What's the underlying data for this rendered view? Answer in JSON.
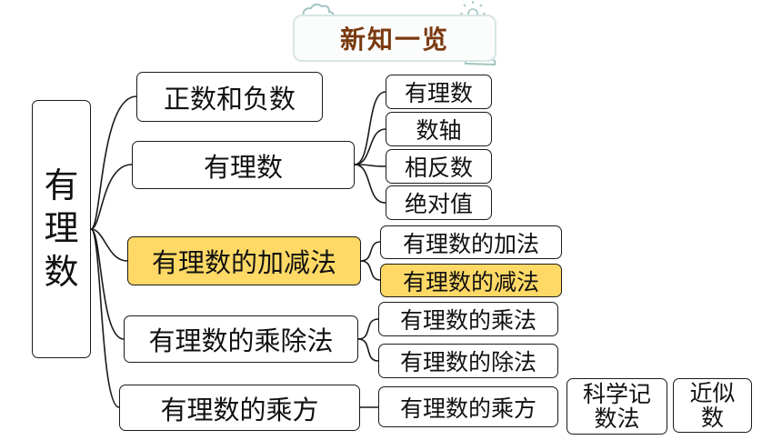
{
  "banner": {
    "title": "新知一览"
  },
  "root": {
    "chars": [
      "有",
      "理",
      "数"
    ]
  },
  "branches": {
    "b1": {
      "label": "正数和负数"
    },
    "b2": {
      "label": "有理数",
      "children": [
        "有理数",
        "数轴",
        "相反数",
        "绝对值"
      ]
    },
    "b3": {
      "label": "有理数的加减法",
      "children": [
        "有理数的加法",
        "有理数的减法"
      ]
    },
    "b4": {
      "label": "有理数的乘除法",
      "children": [
        "有理数的乘法",
        "有理数的除法"
      ]
    },
    "b5": {
      "label": "有理数的乘方",
      "child": "有理数的乘方",
      "extra": [
        [
          "科学记",
          "数法"
        ],
        [
          "近似",
          "数"
        ]
      ]
    }
  },
  "colors": {
    "highlight": "#ffd966",
    "banner_text": "#7a3a10",
    "cloud": "#9fc5c0"
  }
}
